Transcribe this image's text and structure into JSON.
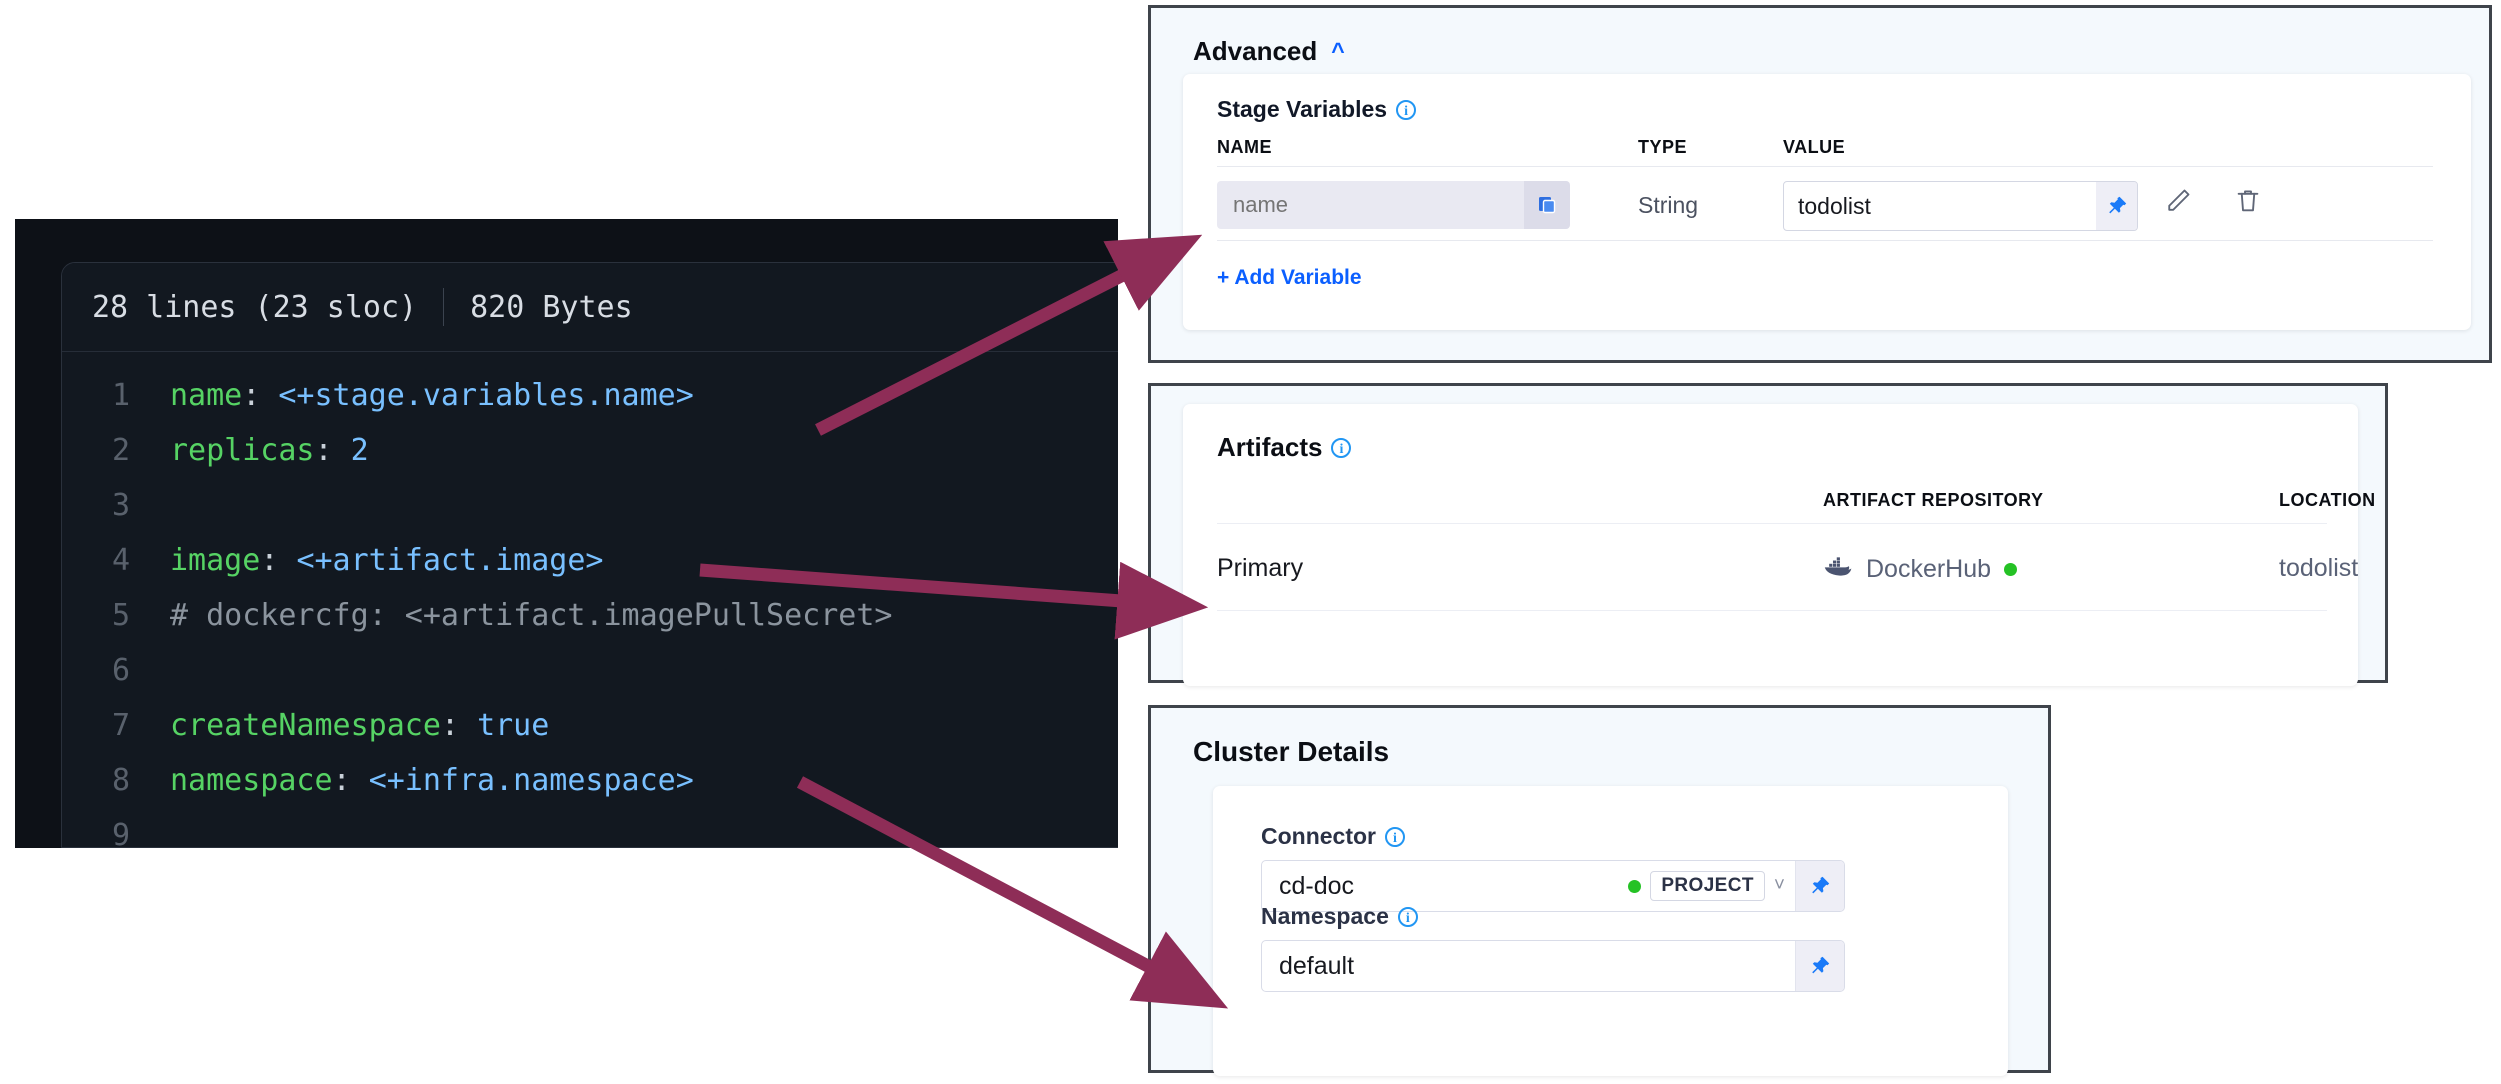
{
  "code_viewer": {
    "lines_meta": "28 lines (23 sloc)",
    "size_meta": "820 Bytes",
    "lines": [
      {
        "n": "1",
        "key": "name",
        "colon": ": ",
        "value": "<+stage.variables.name>",
        "kind": "var"
      },
      {
        "n": "2",
        "key": "replicas",
        "colon": ": ",
        "value": "2",
        "kind": "num"
      },
      {
        "n": "3",
        "key": "",
        "colon": "",
        "value": "",
        "kind": "blank"
      },
      {
        "n": "4",
        "key": "image",
        "colon": ": ",
        "value": "<+artifact.image>",
        "kind": "var"
      },
      {
        "n": "5",
        "key": "",
        "colon": "",
        "value": "# dockercfg: <+artifact.imagePullSecret>",
        "kind": "comment"
      },
      {
        "n": "6",
        "key": "",
        "colon": "",
        "value": "",
        "kind": "blank"
      },
      {
        "n": "7",
        "key": "createNamespace",
        "colon": ": ",
        "value": "true",
        "kind": "bool"
      },
      {
        "n": "8",
        "key": "namespace",
        "colon": ": ",
        "value": "<+infra.namespace>",
        "kind": "var"
      },
      {
        "n": "9",
        "key": "",
        "colon": "",
        "value": "",
        "kind": "blank"
      }
    ]
  },
  "advanced_panel": {
    "title": "Advanced",
    "collapse_icon": "chevron-up-icon",
    "stage_variables_label": "Stage Variables",
    "columns": {
      "name": "NAME",
      "type": "TYPE",
      "value": "VALUE"
    },
    "row": {
      "name_placeholder": "name",
      "name_value": "",
      "type": "String",
      "value": "todolist",
      "copy_icon": "copy-icon",
      "pin_icon": "pin-icon",
      "edit_icon": "pencil-icon",
      "delete_icon": "trash-icon"
    },
    "add_variable_label": "+ Add Variable"
  },
  "artifacts_panel": {
    "title": "Artifacts",
    "columns": {
      "repository": "ARTIFACT REPOSITORY",
      "location": "LOCATION"
    },
    "row": {
      "type": "Primary",
      "repository": "DockerHub",
      "repository_icon": "docker-whale-icon",
      "status": "connected",
      "location": "todolist"
    }
  },
  "cluster_panel": {
    "title": "Cluster Details",
    "connector": {
      "label": "Connector",
      "value": "cd-doc",
      "scope": "PROJECT",
      "status": "connected",
      "dropdown_icon": "chevron-down-icon",
      "pin_icon": "pin-icon"
    },
    "namespace": {
      "label": "Namespace",
      "value": "default",
      "pin_icon": "pin-icon"
    }
  },
  "annotations": {
    "arrow_color": "#8e2d57",
    "arrows": [
      {
        "name": "arrow-name-variable",
        "from": "code line 1 name expression",
        "to": "stage variable name field"
      },
      {
        "name": "arrow-artifact-image",
        "from": "code line 4 image expression",
        "to": "artifacts primary row"
      },
      {
        "name": "arrow-infra-namespace",
        "from": "code line 8 namespace expression",
        "to": "cluster namespace field"
      }
    ]
  },
  "colors": {
    "accent_blue": "#0b5fff",
    "status_green": "#25c225",
    "code_bg": "#0d1117",
    "panel_bg": "#f4f9fd",
    "arrow": "#8e2d57"
  }
}
